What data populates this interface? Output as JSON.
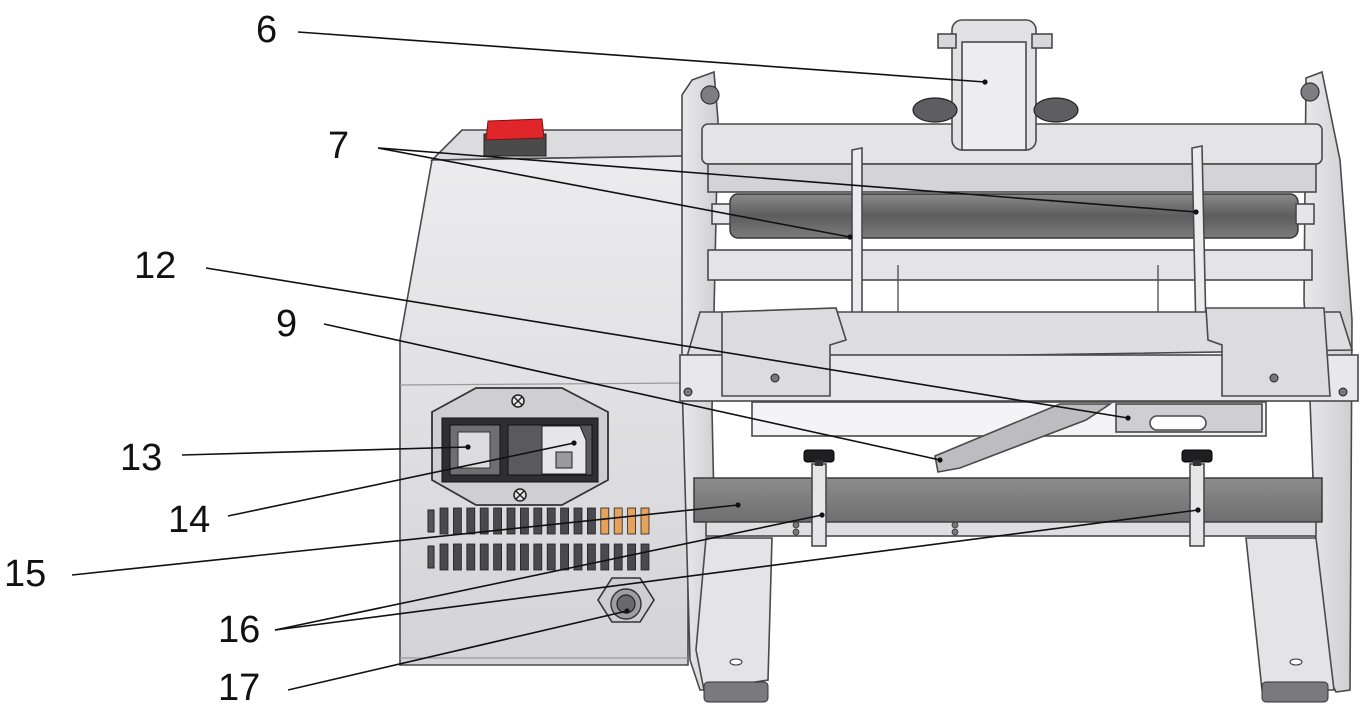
{
  "callouts": {
    "c6": "6",
    "c7": "7",
    "c12": "12",
    "c9": "9",
    "c13": "13",
    "c14": "14",
    "c15": "15",
    "c16": "16",
    "c17": "17"
  },
  "colors": {
    "switch_red": "#e0252b",
    "vent_orange": "#e6a15a",
    "roller_dark": "#6d6d6d",
    "body_light": "#e3e3e6"
  }
}
